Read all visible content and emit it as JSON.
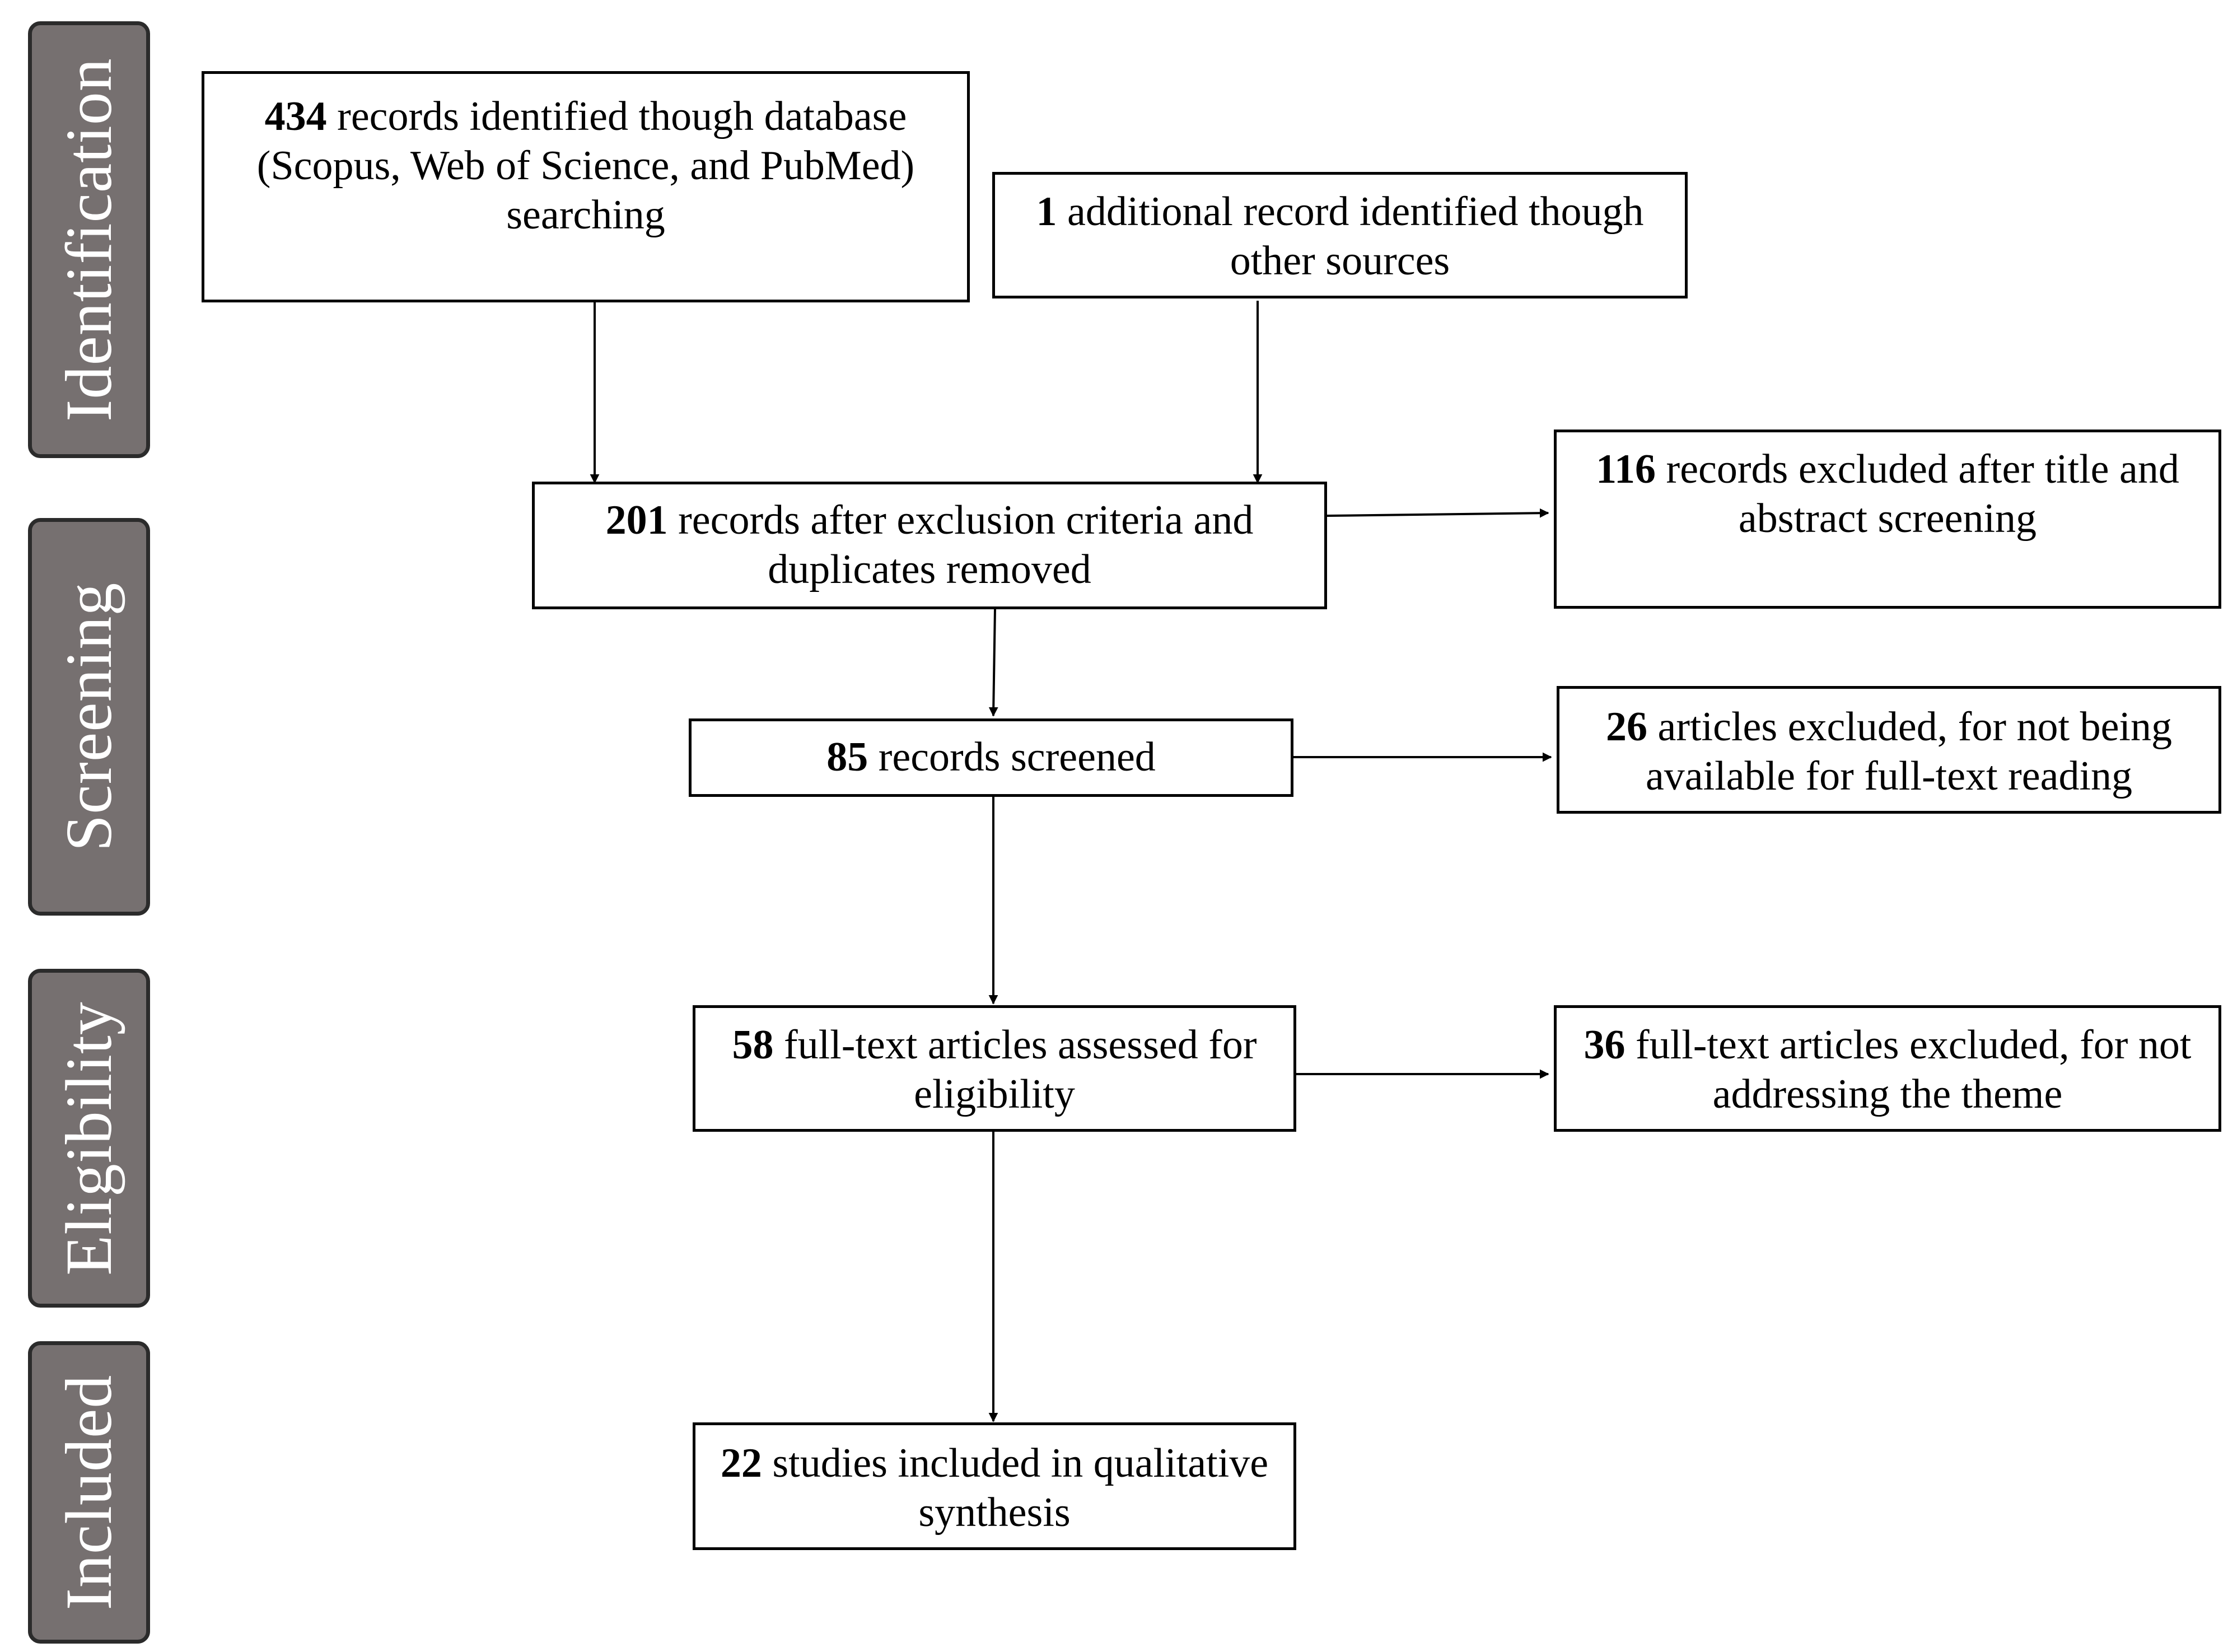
{
  "phases": {
    "identification": "Identification",
    "screening": "Screening",
    "eligibility": "Eligibility",
    "included": "Included"
  },
  "boxes": {
    "database": {
      "count": "434",
      "text": " records identified though database (Scopus, Web of Science, and PubMed) searching"
    },
    "other_sources": {
      "count": "1",
      "text": " additional record identified though other sources"
    },
    "after_exclusion": {
      "count": "201",
      "text": " records after exclusion criteria and duplicates removed"
    },
    "excluded_title_abstract": {
      "count": "116",
      "text": " records excluded  after title and abstract screening"
    },
    "screened": {
      "count": "85",
      "text": " records screened"
    },
    "excluded_fulltext_availability": {
      "count": "26",
      "text": " articles excluded, for not being available for full-text reading"
    },
    "fulltext_assessed": {
      "count": "58",
      "text": " full-text articles assessed for eligibility"
    },
    "excluded_theme": {
      "count": "36",
      "text": " full-text articles excluded, for not addressing the theme"
    },
    "included": {
      "count": "22",
      "text": " studies included in qualitative synthesis"
    }
  }
}
